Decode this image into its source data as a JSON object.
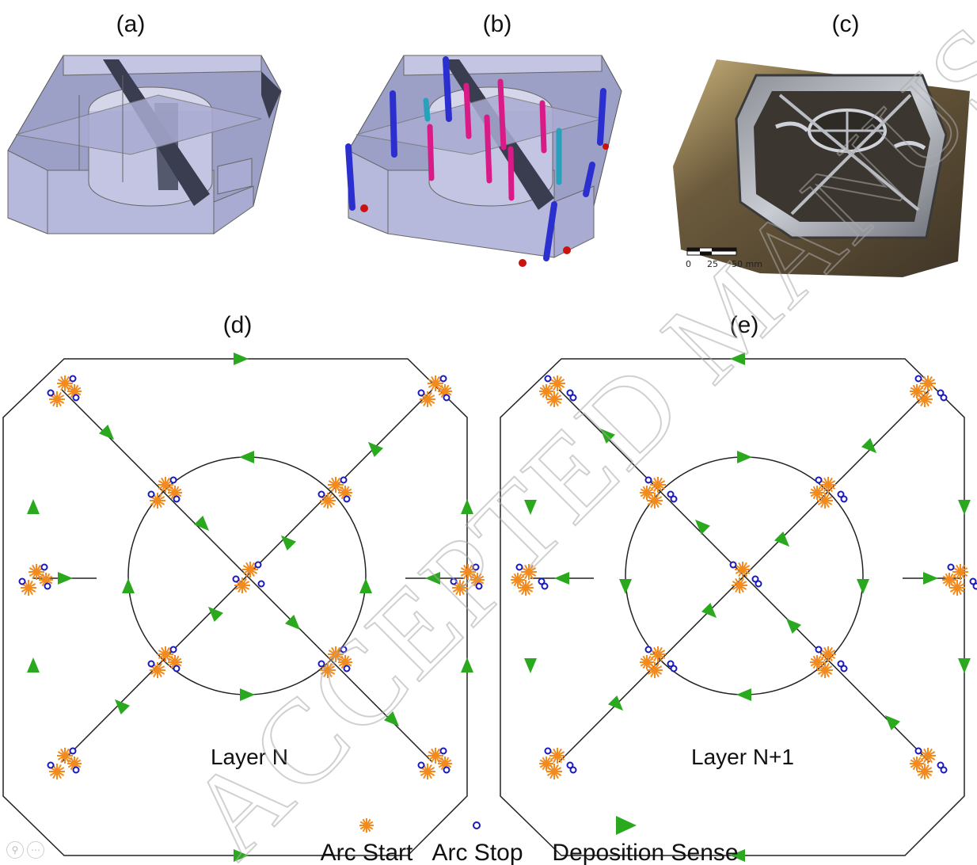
{
  "panels": {
    "a": {
      "label": "(a)"
    },
    "b": {
      "label": "(b)"
    },
    "c": {
      "label": "(c)",
      "scale_ticks": [
        "0",
        "25",
        "50 mm"
      ]
    },
    "d": {
      "label": "(d)",
      "layer": "Layer N"
    },
    "e": {
      "label": "(e)",
      "layer": "Layer N+1"
    }
  },
  "legend": {
    "arc_start": "Arc Start",
    "arc_stop": "Arc Stop",
    "deposition": "Deposition Sense"
  },
  "watermark": "ACCEPTED MANUSCRIPT",
  "colors": {
    "arc_start": "#f28a1e",
    "arc_stop": "#1a1ab8",
    "arrow": "#2aa91e",
    "wall": "#b7b9dc",
    "wall_dark": "#3a3d4f",
    "rod_blue": "#2c2fd0",
    "rod_magenta": "#d81b86",
    "rod_cyan": "#27a2bd",
    "node_red": "#cc1111"
  },
  "controls": {
    "zoom_icon": "magnifier-icon",
    "more_icon": "more-icon"
  }
}
